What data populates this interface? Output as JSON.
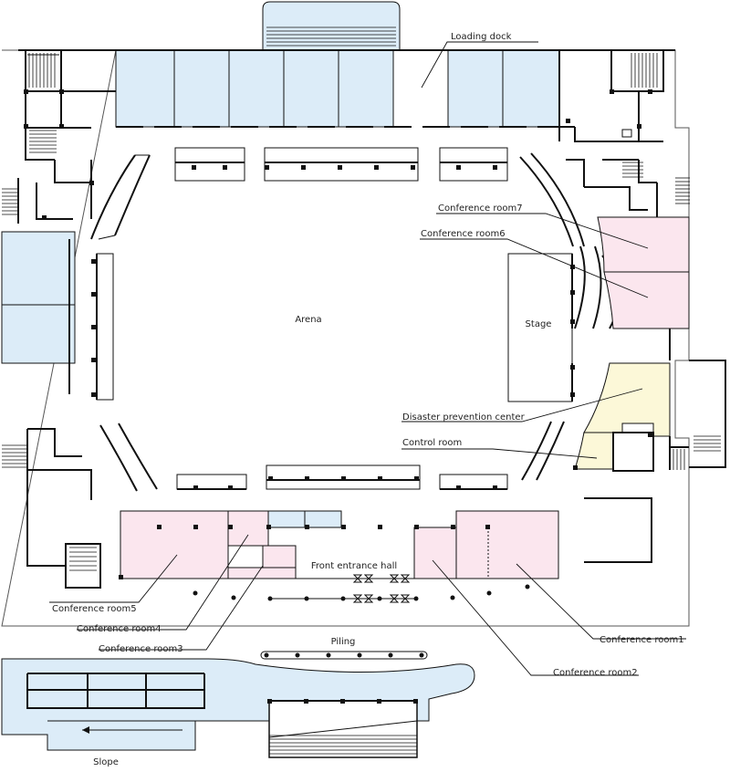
{
  "labels": {
    "loading_dock": "Loading dock",
    "arena": "Arena",
    "stage": "Stage",
    "conference_room7": "Conference room7",
    "conference_room6": "Conference room6",
    "disaster_prevention_center": "Disaster prevention center",
    "control_room": "Control room",
    "front_entrance_hall": "Front entrance hall",
    "conference_room5": "Conference room5",
    "conference_room4": "Conference room4",
    "conference_room3": "Conference room3",
    "conference_room2": "Conference room2",
    "conference_room1": "Conference room1",
    "piling": "Piling",
    "slope": "Slope"
  },
  "colors": {
    "storage_blue": "#dcecf8",
    "conference_pink": "#fbe6ee",
    "center_yellow": "#fcf8d8",
    "wall": "#111111"
  }
}
